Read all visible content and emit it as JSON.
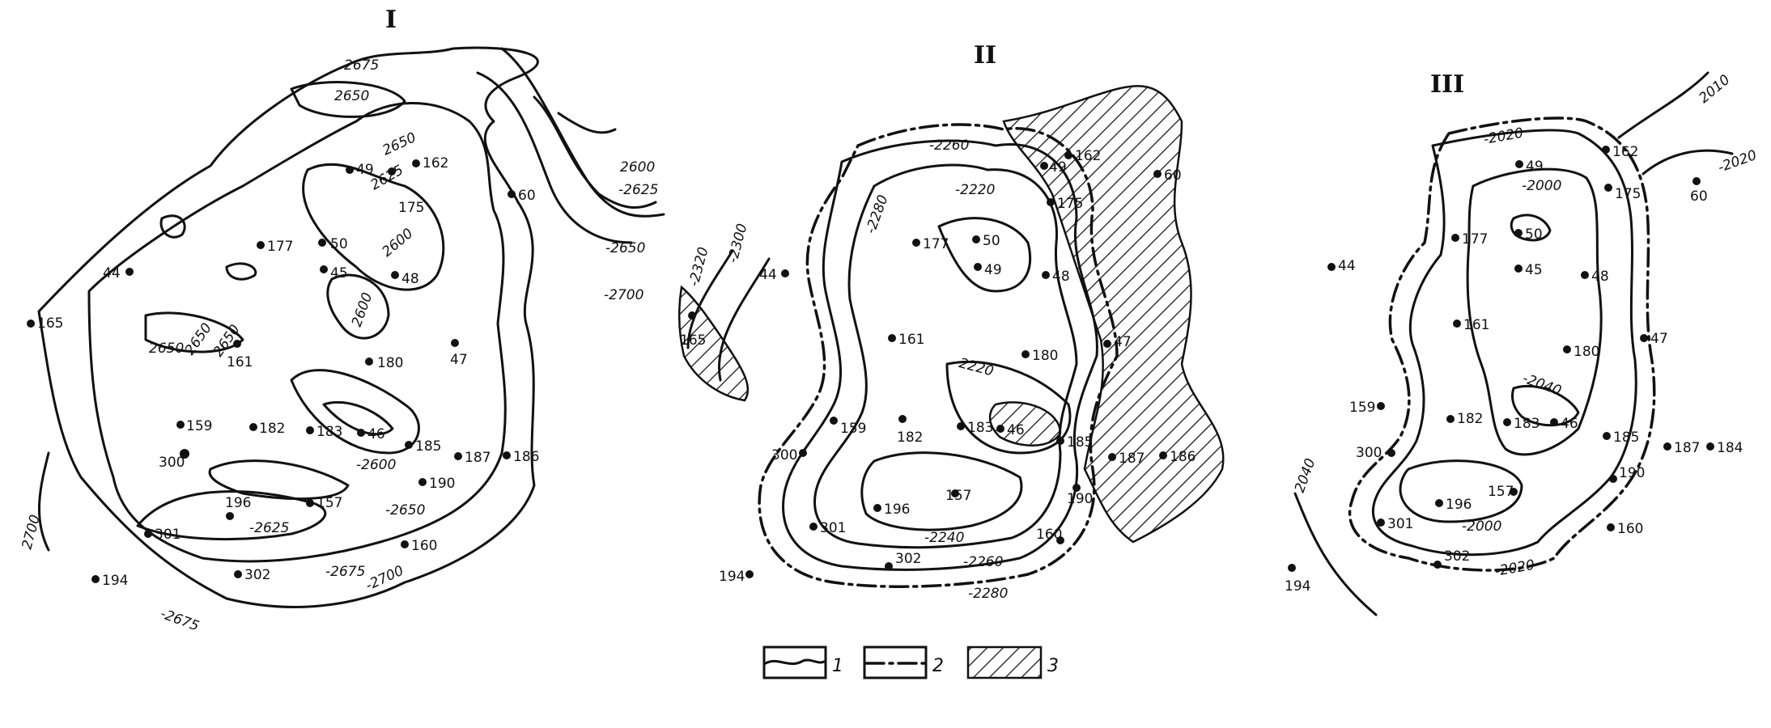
{
  "maps": [
    {
      "id": "map-1",
      "title": "I",
      "wells": [
        "49",
        "162",
        "175",
        "60",
        "177",
        "50",
        "45",
        "48",
        "44",
        "165",
        "161",
        "180",
        "47",
        "159",
        "182",
        "183",
        "46",
        "185",
        "187",
        "186",
        "300",
        "196",
        "157",
        "190",
        "301",
        "160",
        "302",
        "194"
      ],
      "contour_labels": [
        "2675",
        "2650",
        "2650",
        "2625",
        "2600",
        "2600",
        "-2625",
        "-2650",
        "-2700",
        "2600",
        "2650",
        "2650",
        "2650",
        "-2600",
        "-2625",
        "-2650",
        "-2675",
        "-2700",
        "-2675",
        "2700"
      ]
    },
    {
      "id": "map-2",
      "title": "II",
      "wells": [
        "49",
        "162",
        "60",
        "175",
        "177",
        "50",
        "49",
        "44",
        "165",
        "48",
        "161",
        "180",
        "47",
        "159",
        "182",
        "183",
        "46",
        "185",
        "187",
        "186",
        "300",
        "196",
        "157",
        "190",
        "301",
        "160",
        "302",
        "194"
      ],
      "contour_labels": [
        "-2260",
        "-2280",
        "-2220",
        "-2320",
        "-2300",
        "-2220",
        "-2240",
        "-2260",
        "-2280"
      ]
    },
    {
      "id": "map-3",
      "title": "III",
      "wells": [
        "162",
        "49",
        "175",
        "60",
        "177",
        "50",
        "44",
        "45",
        "48",
        "161",
        "180",
        "47",
        "159",
        "182",
        "183",
        "46",
        "185",
        "187",
        "184",
        "300",
        "190",
        "196",
        "157",
        "301",
        "160",
        "302",
        "194"
      ],
      "contour_labels": [
        "2010",
        "-2020",
        "-2020",
        "-2000",
        "2040",
        "-2020",
        "-2000",
        "-2040"
      ]
    }
  ],
  "legend": [
    {
      "key": "1",
      "style": "solid"
    },
    {
      "key": "2",
      "style": "dash-dot"
    },
    {
      "key": "3",
      "style": "hatched"
    }
  ]
}
